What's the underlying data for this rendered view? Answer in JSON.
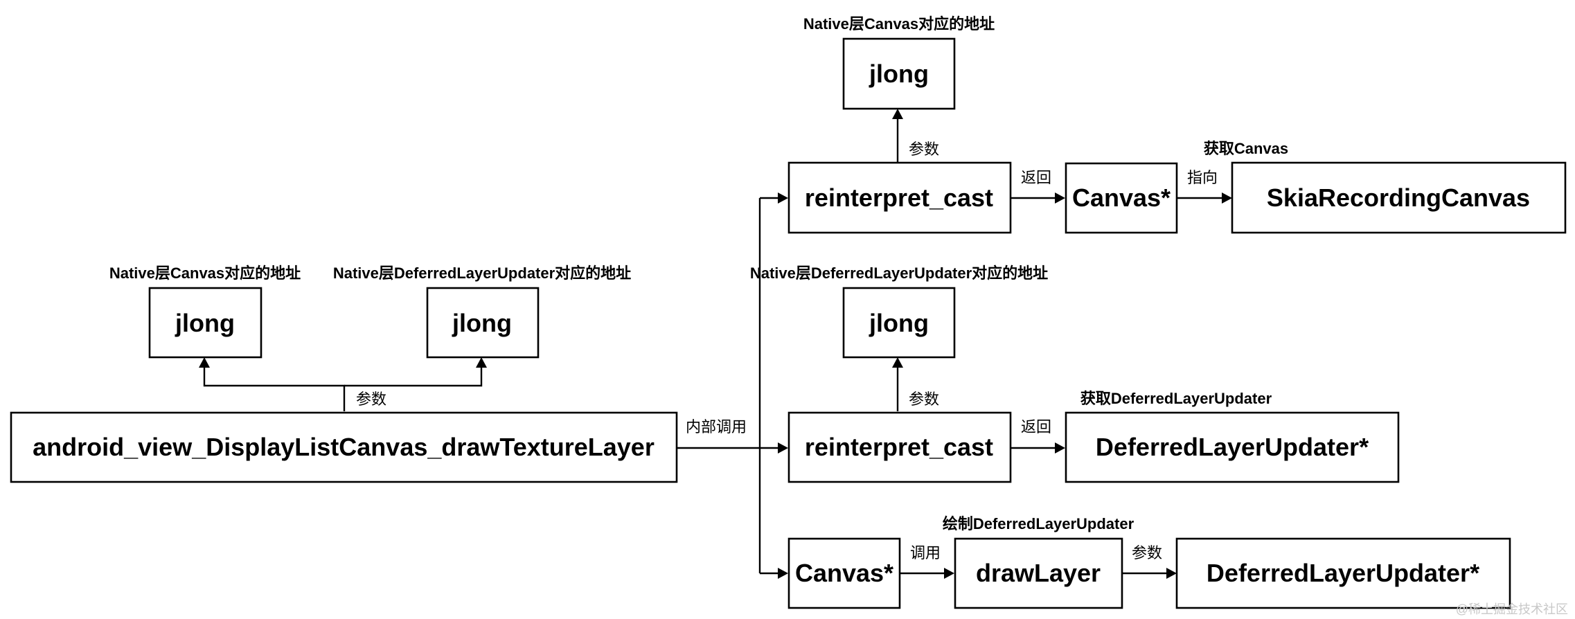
{
  "nodes": {
    "main": "android_view_DisplayListCanvas_drawTextureLayer",
    "jlong_left_a": "jlong",
    "jlong_left_b": "jlong",
    "reinterpret_top": "reinterpret_cast",
    "jlong_top": "jlong",
    "canvas_ptr_top": "Canvas*",
    "skia_canvas": "SkiaRecordingCanvas",
    "jlong_mid": "jlong",
    "reinterpret_mid": "reinterpret_cast",
    "deferred_mid": "DeferredLayerUpdater*",
    "canvas_ptr_bottom": "Canvas*",
    "draw_layer": "drawLayer",
    "deferred_bottom": "DeferredLayerUpdater*"
  },
  "captions": {
    "jlong_left_a": "Native层Canvas对应的地址",
    "jlong_left_b": "Native层DeferredLayerUpdater对应的地址",
    "jlong_top": "Native层Canvas对应的地址",
    "skia_canvas": "获取Canvas",
    "jlong_mid": "Native层DeferredLayerUpdater对应的地址",
    "deferred_mid": "获取DeferredLayerUpdater",
    "draw_layer": "绘制DeferredLayerUpdater"
  },
  "edge_labels": {
    "main_params": "参数",
    "internal_call": "内部调用",
    "top_params": "参数",
    "top_return": "返回",
    "top_points_to": "指向",
    "mid_params": "参数",
    "mid_return": "返回",
    "bottom_call": "调用",
    "bottom_params": "参数"
  },
  "watermark": "@稀土掘金技术社区"
}
